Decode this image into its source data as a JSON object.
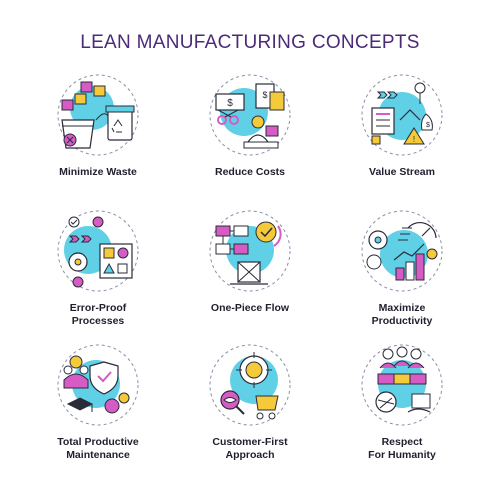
{
  "title": "LEAN MANUFACTURING CONCEPTS",
  "colors": {
    "title": "#4b2a78",
    "outline": "#2b2b3a",
    "cyan": "#5fd0e6",
    "magenta": "#d65bc4",
    "yellow": "#f4c93a",
    "dashed_circle": "#8a8fa6"
  },
  "concepts": [
    {
      "label": "Minimize Waste",
      "icon": "waste-boxes-recycle-icon"
    },
    {
      "label": "Reduce Costs",
      "icon": "cost-cut-worker-icon"
    },
    {
      "label": "Value Stream",
      "icon": "value-stream-flow-icon"
    },
    {
      "label": "Error-Proof\nProcesses",
      "icon": "error-proof-shapes-icon"
    },
    {
      "label": "One-Piece Flow",
      "icon": "one-piece-flow-icon"
    },
    {
      "label": "Maximize\nProductivity",
      "icon": "productivity-growth-icon"
    },
    {
      "label": "Total Productive\nMaintenance",
      "icon": "maintenance-shield-gears-icon"
    },
    {
      "label": "Customer-First\nApproach",
      "icon": "customer-target-cart-icon"
    },
    {
      "label": "Respect\nFor Humanity",
      "icon": "humanity-hands-puzzle-icon"
    }
  ]
}
